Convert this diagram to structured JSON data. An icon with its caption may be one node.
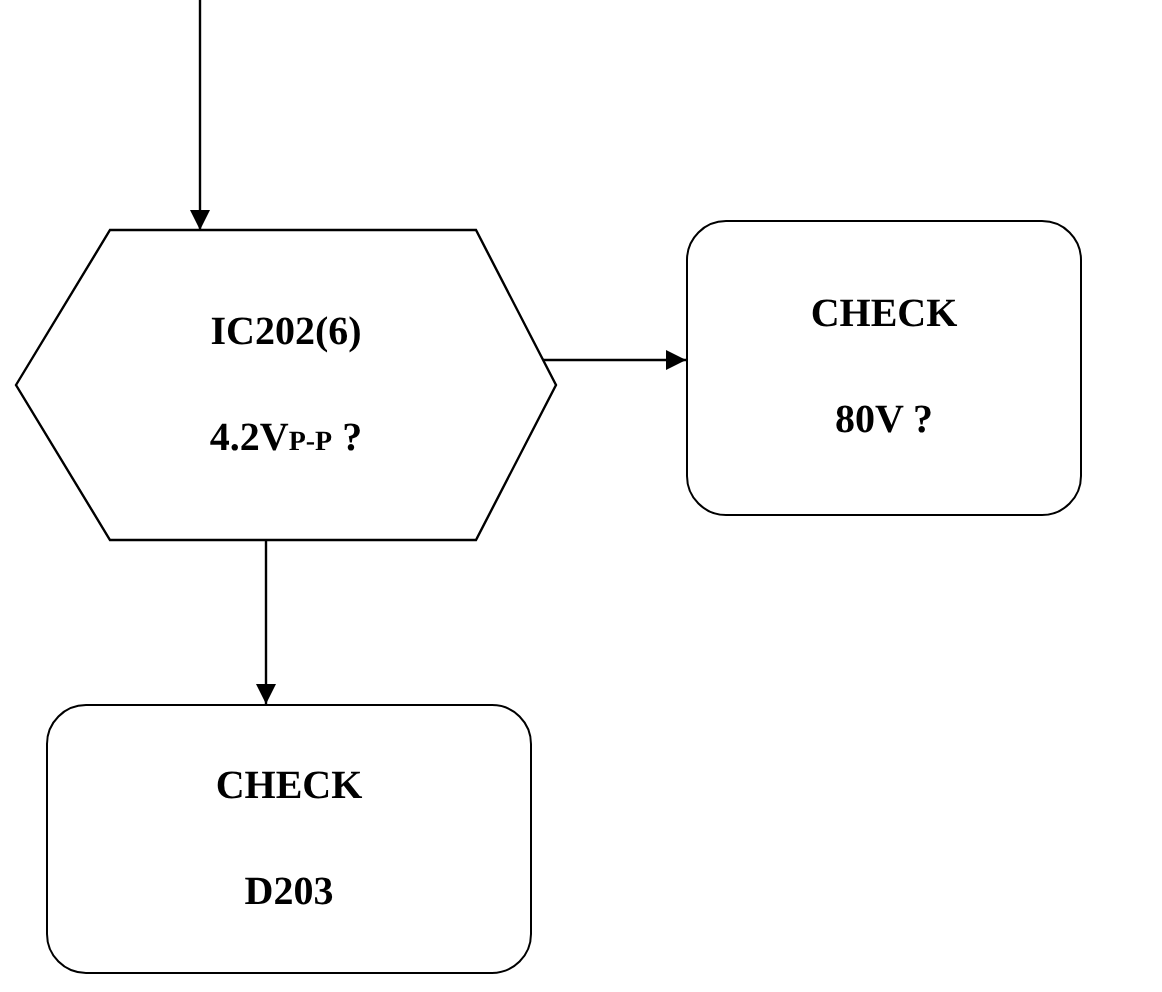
{
  "diagram": {
    "nodes": [
      {
        "text": [
          "IC202(6)",
          "4.2V$_{P-P}$ ?"
        ]
      },
      {
        "text": [
          "CHECK",
          "80V ?"
        ]
      },
      {
        "text": [
          "CHECK",
          "D203"
        ]
      }
    ],
    "edges": [
      {
        "from": null,
        "to": 0,
        "arrow": "to"
      },
      {
        "from": 0,
        "to": 1,
        "arrow": "to"
      },
      {
        "from": 0,
        "to": 2,
        "arrow": "to"
      }
    ]
  }
}
